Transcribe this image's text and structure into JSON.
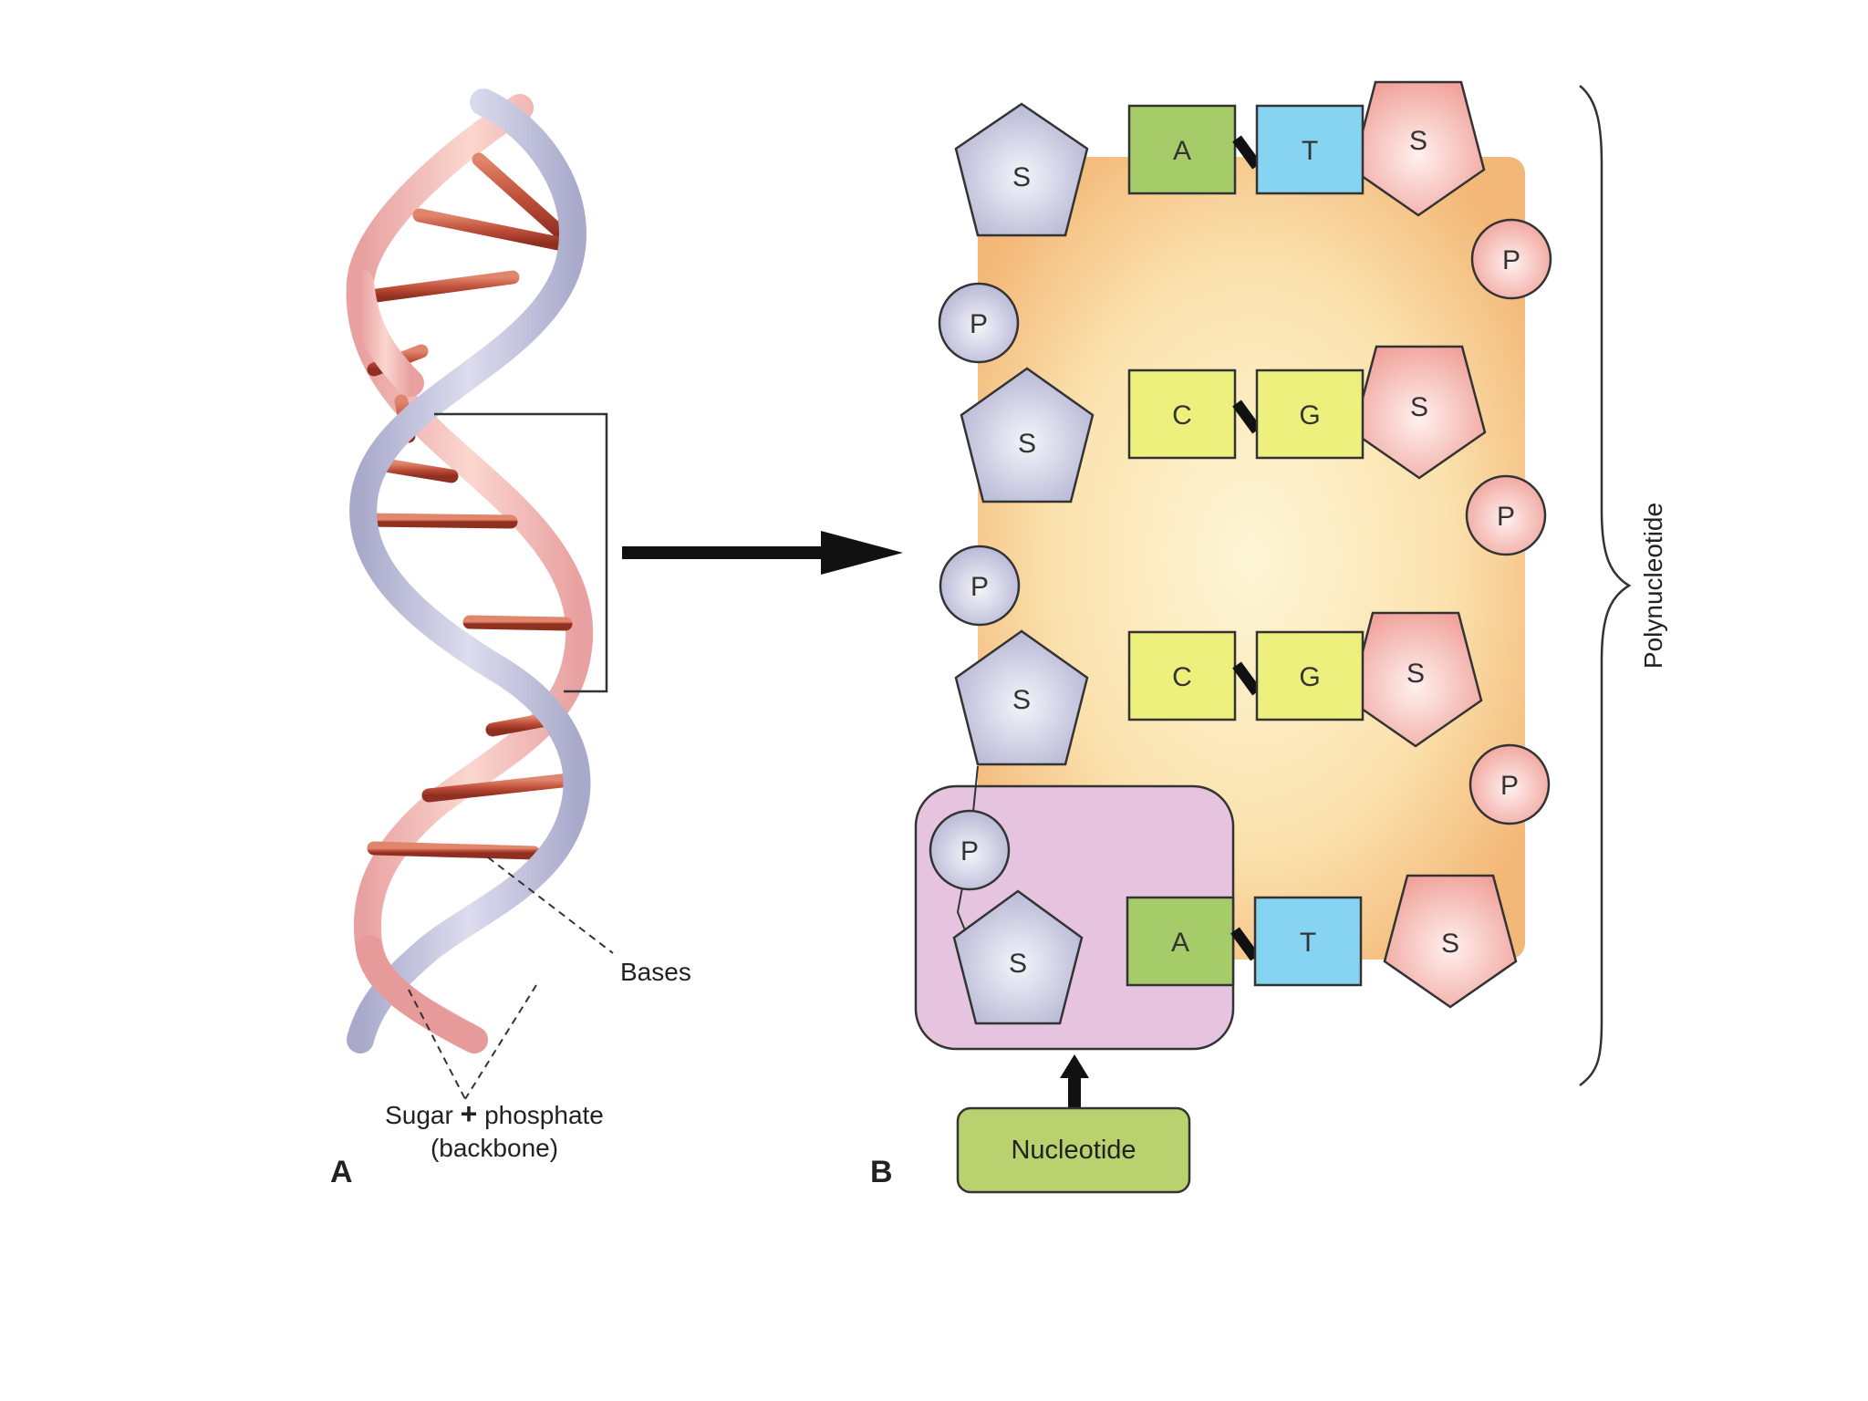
{
  "panel_a": {
    "letter": "A",
    "bases_label": "Bases",
    "backbone_label_line1": "Sugar",
    "backbone_plus": "+",
    "backbone_label_line1b": "phosphate",
    "backbone_label_line2": "(backbone)"
  },
  "panel_b": {
    "letter": "B",
    "polynucleotide_label": "Polynucleotide",
    "nucleotide_label": "Nucleotide",
    "sugar": "S",
    "phosphate": "P",
    "base_pairs": [
      {
        "left": "A",
        "right": "T"
      },
      {
        "left": "C",
        "right": "G"
      },
      {
        "left": "C",
        "right": "G"
      },
      {
        "left": "A",
        "right": "T"
      }
    ]
  },
  "colors": {
    "strand_pink": "#f2b8b0",
    "strand_lavender": "#c7c8e0",
    "rung_red": "#c0503a",
    "base_A": "#a6cc6a",
    "base_T": "#86d4f2",
    "base_CG": "#eef07e",
    "backbone_fill": "#f6c68c",
    "nucleotide_box": "#e6c4e0",
    "nucleotide_label_box": "#b9d16e"
  }
}
